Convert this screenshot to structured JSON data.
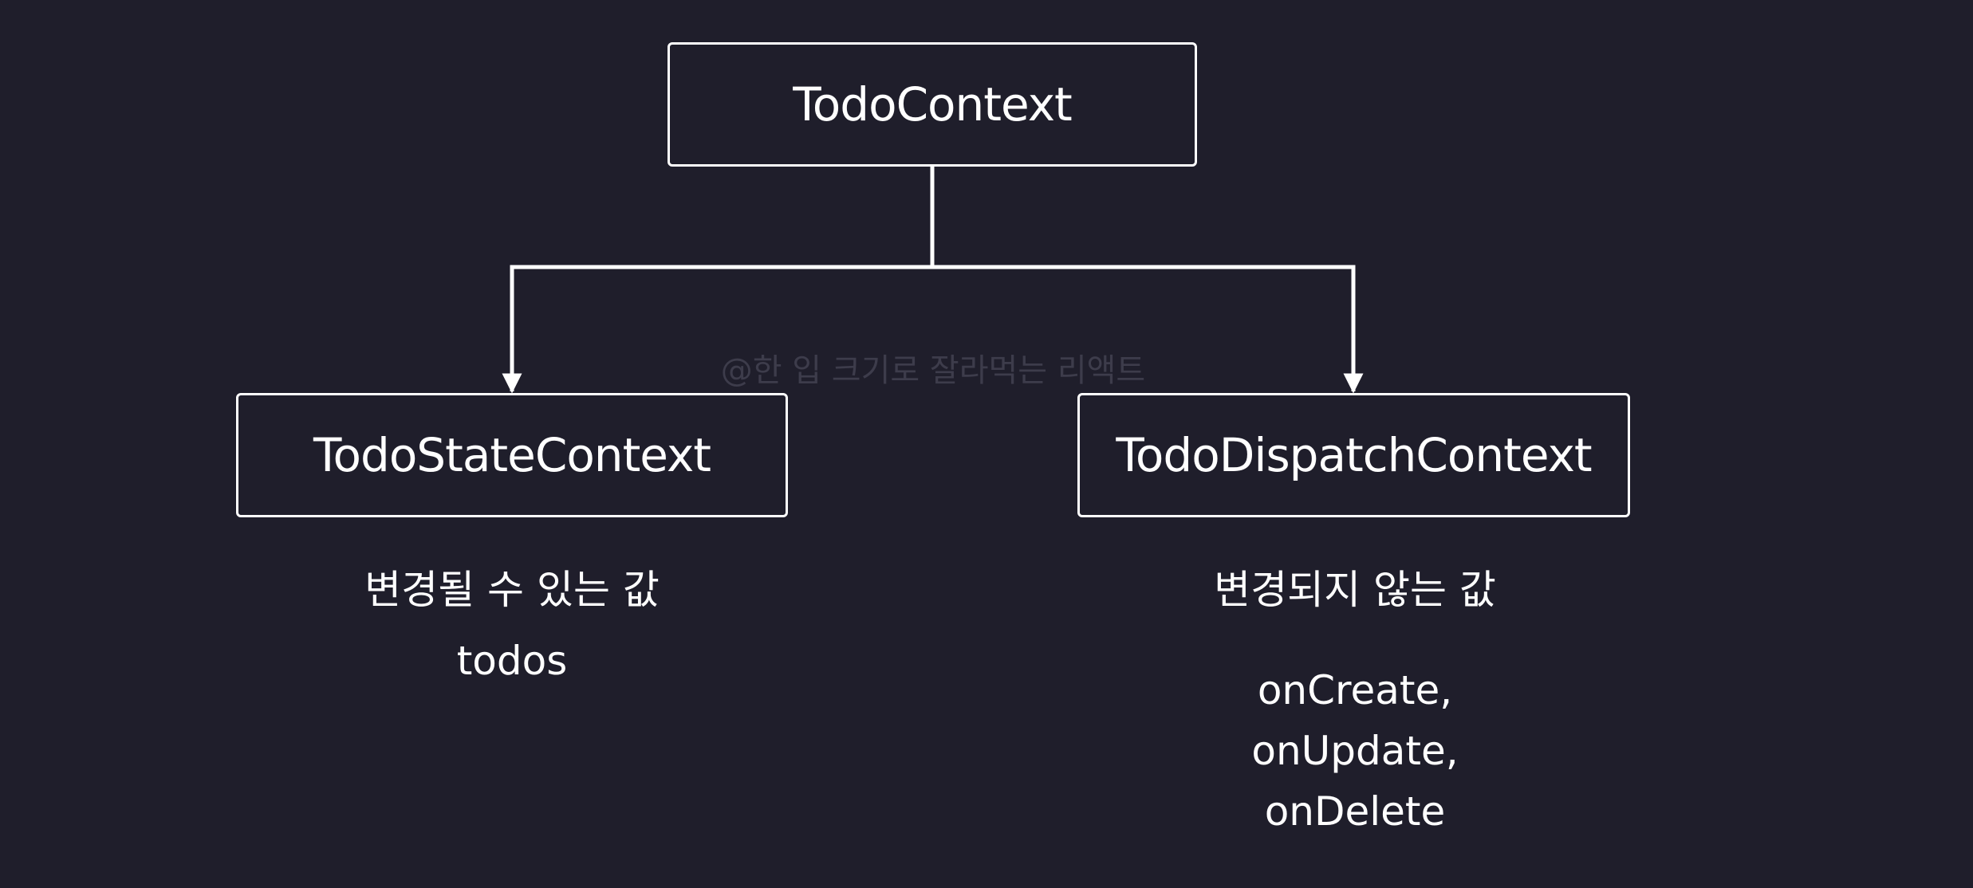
{
  "diagram": {
    "root": {
      "label": "TodoContext"
    },
    "children": [
      {
        "label": "TodoStateContext",
        "caption": "변경될 수 있는 값",
        "values": [
          "todos"
        ]
      },
      {
        "label": "TodoDispatchContext",
        "caption": "변경되지 않는 값",
        "values": [
          "onCreate,",
          "onUpdate,",
          "onDelete"
        ]
      }
    ],
    "watermark": "@한 입 크기로 잘라먹는 리액트"
  },
  "colors": {
    "background": "#1f1e2b",
    "foreground": "#ffffff",
    "watermark": "#3d3c4b"
  }
}
